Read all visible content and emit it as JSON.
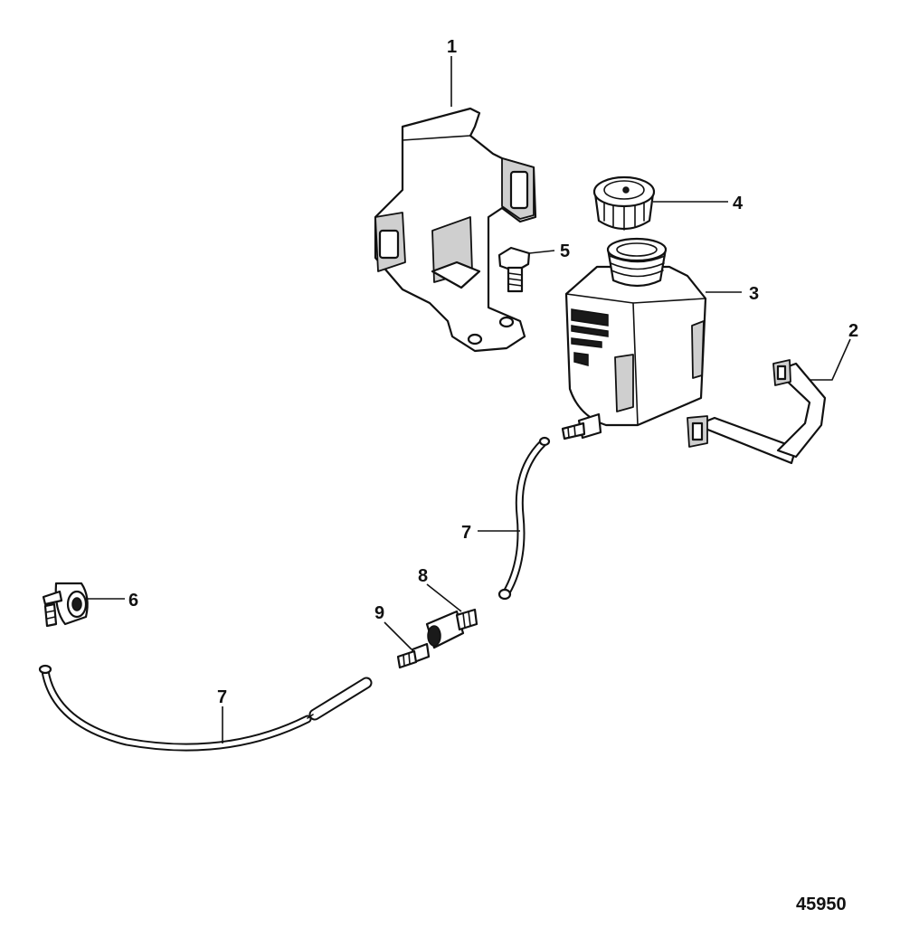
{
  "callouts": {
    "c1": "1",
    "c2": "2",
    "c3": "3",
    "c4": "4",
    "c5": "5",
    "c6": "6",
    "c7a": "7",
    "c7b": "7",
    "c8": "8",
    "c9": "9"
  },
  "figure_number": "45950",
  "colors": {
    "line": "#111111",
    "background": "#ffffff"
  }
}
